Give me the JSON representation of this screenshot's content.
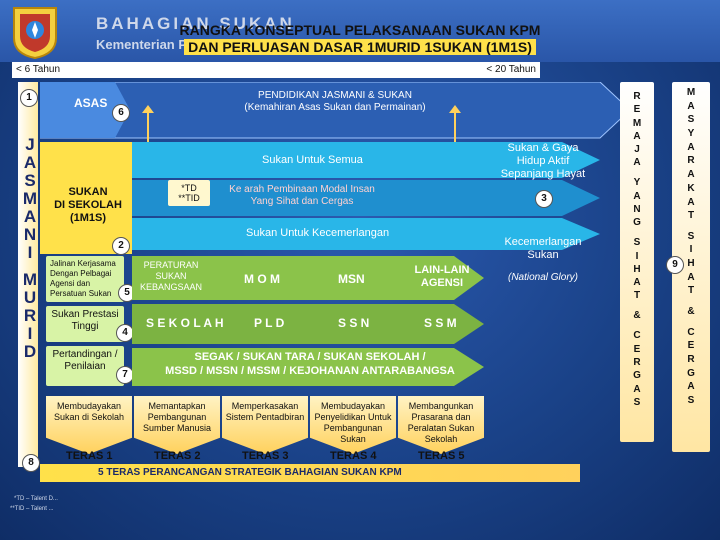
{
  "header": {
    "brand_line1": "BAHAGIAN SUKAN",
    "brand_line2": "Kementerian Pelajaran Malaysia",
    "title_line1": "RANGKA KONSEPTUAL PELAKSANAAN SUKAN KPM",
    "title_line2": "DAN PERLUASAN DASAR 1MURID 1SUKAN (1M1S)"
  },
  "age_range": {
    "left": "< 6 Tahun",
    "right": "< 20 Tahun"
  },
  "left_bar": {
    "letters": [
      "J",
      "A",
      "S",
      "M",
      "A",
      "N",
      "I",
      "",
      "M",
      "U",
      "R",
      "I",
      "D"
    ]
  },
  "badges": {
    "b1": "1",
    "b2": "2",
    "b3": "3",
    "b4": "4",
    "b5": "5",
    "b6": "6",
    "b7": "7",
    "b8": "8",
    "b9": "9"
  },
  "top": {
    "asas": "ASAS",
    "pjk_line1": "PENDIDIKAN JASMANI & SUKAN",
    "pjk_line2": "(Kemahiran Asas Sukan dan Permainan)"
  },
  "sukan_sekolah": {
    "line1": "SUKAN",
    "line2": "DI SEKOLAH",
    "line3": "(1M1S)"
  },
  "rows": {
    "sukan_untuk_semua": "Sukan Untuk Semua",
    "td_line1": "*TD",
    "td_line2": "**TID",
    "modal_insan_line1": "Ke arah Pembinaan Modal Insan",
    "modal_insan_line2": "Yang Sihat dan Cergas",
    "sukan_kecemerlangan": "Sukan Untuk Kecemerlangan"
  },
  "left_boxes": {
    "jalinan": "Jalinan Kerjasama Dengan Pelbagai Agensi dan Persatuan Sukan",
    "prestasi": "Sukan Prestasi Tinggi",
    "pertandingan": "Pertandingan / Penilaian"
  },
  "mid": {
    "peraturan": "PERATURAN SUKAN KEBANGSAAN",
    "mom": "M O M",
    "msn": "MSN",
    "lain_lain": "LAIN-LAIN AGENSI",
    "sekolah": "S E K O L A H",
    "pld": "P L D",
    "ssn": "S S N",
    "ssm": "S S M",
    "segak_line1": "SEGAK / SUKAN TARA / SUKAN SEKOLAH /",
    "segak_line2": "MSSD / MSSN / MSSM / KEJOHANAN ANTARABANGSA"
  },
  "right_panel": {
    "gaya_hidup": "Sukan & Gaya Hidup Aktif Sepanjang Hayat",
    "kecemerlangan": "Kecemerlangan Sukan",
    "glory": "(National Glory)"
  },
  "col_remaja": [
    "R",
    "E",
    "M",
    "A",
    "J",
    "A",
    "",
    "Y",
    "A",
    "N",
    "G",
    "",
    "S",
    "I",
    "H",
    "A",
    "T",
    "",
    "&",
    "",
    "C",
    "E",
    "R",
    "G",
    "A",
    "S"
  ],
  "col_masyarakat": [
    "M",
    "A",
    "S",
    "Y",
    "A",
    "R",
    "A",
    "K",
    "A",
    "T",
    "",
    "S",
    "I",
    "H",
    "A",
    "T",
    "",
    "&",
    "",
    "C",
    "E",
    "R",
    "G",
    "A",
    "S"
  ],
  "teras": [
    {
      "desc": "Membudayakan Sukan di Sekolah",
      "label": "TERAS 1"
    },
    {
      "desc": "Memantapkan Pembangunan Sumber Manusia",
      "label": "TERAS 2"
    },
    {
      "desc": "Memperkasakan Sistem Pentadbiran",
      "label": "TERAS 3"
    },
    {
      "desc": "Membudayakan Penyelidikan Untuk Pembangunan Sukan",
      "label": "TERAS 4"
    },
    {
      "desc": "Membangunkan Prasarana dan Peralatan Sukan Sekolah",
      "label": "TERAS 5"
    }
  ],
  "footer": {
    "teras_title": "5 TERAS PERANCANGAN STRATEGIK BAHAGIAN SUKAN KPM",
    "note1": "*TD – Talent D...",
    "note2": "**TID – Talent ..."
  },
  "colors": {
    "accent_yellow": "#ffe14a",
    "arrow_cyan": "#29b6e8",
    "arrow_green": "#8bc34a",
    "bar_blue": "#1a4288"
  }
}
